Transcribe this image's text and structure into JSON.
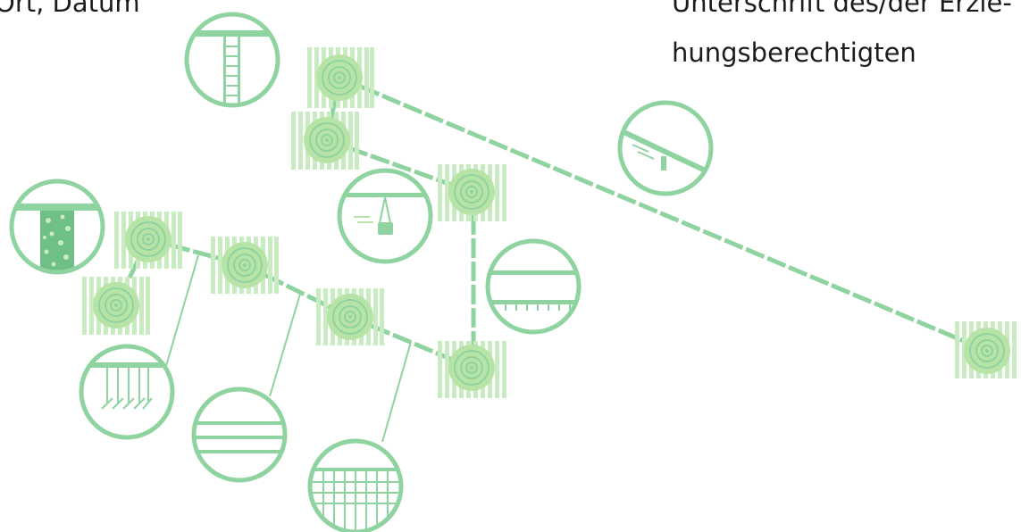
{
  "labels": {
    "place_date": "Ort, Datum",
    "signature_line1": "Unterschrift des/der Erzie-",
    "signature_line2": "hungsberechtigten"
  },
  "colors": {
    "accent": "#8fd3a0",
    "light": "#c9ebc1",
    "ring": "#b7e3a7",
    "dark": "#6fbf88",
    "text": "#1c1c1c"
  },
  "icons": {
    "posts": "tree-stump-icon",
    "ladder": "ladder-icon",
    "seesaw": "seesaw-icon",
    "pendulum": "swinging-weight-icon",
    "filled_post": "filled-post-icon",
    "hanging_ropes": "hanging-ropes-icon",
    "balance_beam": "balance-beam-icon",
    "double_beam": "double-beam-icon",
    "net_grid": "climbing-net-icon"
  }
}
